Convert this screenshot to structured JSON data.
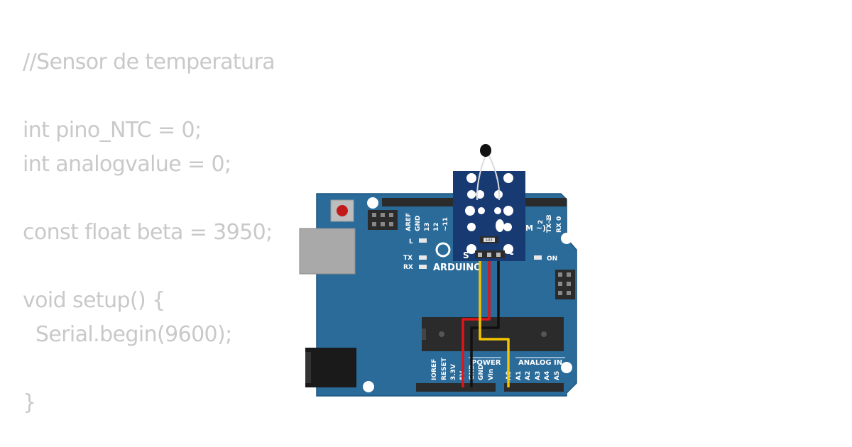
{
  "code": {
    "lines": [
      "//Sensor de temperatura",
      "",
      "int pino_NTC = 0;",
      "int analogvalue = 0;",
      "",
      "const float beta = 3950;",
      "",
      "void setup() {",
      "  Serial.begin(9600);",
      "",
      "}"
    ]
  },
  "board": {
    "brand": "ARDUINO",
    "digital_pins_left": [
      "AREF",
      "GND",
      "13",
      "12",
      "~11"
    ],
    "digital_pins_right": [
      "~3",
      "2",
      "TX 1",
      "RX 0"
    ],
    "pwm_label": "M ~)",
    "led_l": "L",
    "led_tx": "TX",
    "led_rx": "RX",
    "led_on": "ON",
    "power_header_label": "POWER",
    "analog_header_label": "ANALOG IN",
    "power_pins": [
      "IOREF",
      "RESET",
      "3.3V",
      "5V",
      "GND",
      "GND",
      "Vin"
    ],
    "analog_pins": [
      "A0",
      "A1",
      "A2",
      "A3",
      "A4",
      "A5"
    ]
  },
  "sensor": {
    "signal_label": "S",
    "minus_label": "-",
    "resistor_code": "103"
  },
  "colors": {
    "board": "#2a6b9a",
    "module": "#173a72",
    "wire_5v": "#e0151a",
    "wire_gnd": "#111111",
    "wire_signal": "#f2c400",
    "code_text": "#c9c9c9"
  }
}
